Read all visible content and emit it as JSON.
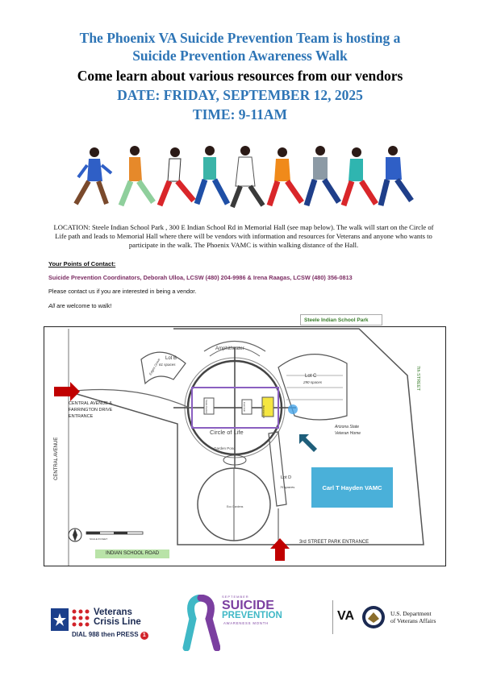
{
  "header": {
    "line1": "The Phoenix VA Suicide Prevention Team is hosting a",
    "line2": "Suicide Prevention Awareness Walk",
    "line3": "Come learn about various resources from our vendors",
    "date": "DATE:  FRIDAY, SEPTEMBER 12, 2025",
    "time": "TIME:  9-11AM"
  },
  "location_text": "LOCATION:  Steele Indian School Park , 300 E Indian School Rd in Memorial Hall (see map below).  The walk will start on the Circle of Life path and leads to Memorial Hall where there will be vendors with information and resources for Veterans and anyone who wants to participate in the walk.  The Phoenix VAMC is within walking distance of the Hall.",
  "contacts": {
    "heading": "Your Points of Contact:",
    "coordinators": "Suicide Prevention Coordinators,  Deborah Ulloa, LCSW (480) 204-9986 & Irena Raagas, LCSW (480) 356-0813",
    "vendor_note": "Please contact us if you are interested in being a vendor.",
    "welcome_em": "All",
    "welcome_rest": " are welcome to walk!"
  },
  "map": {
    "park_label": "Steele Indian School Park",
    "amphitheater": "Amphitheater",
    "lot_b": "Lot B",
    "lot_b_spaces": "61 spaces",
    "lot_c": "Lot C",
    "lot_c_spaces": "290 spaces",
    "lot_d": "Lot D",
    "lot_d_spaces": "76 spaces",
    "central_farrington_1": "CENTRAL AVENUE &",
    "central_farrington_2": "FARRINGTON DRIVE",
    "central_farrington_3": "ENTRANCE",
    "central_avenue": "CENTRAL AVENUE",
    "seventh_street": "7th STREET",
    "circle_of_life": "Circle of Life",
    "garden_pond": "Garden Pond",
    "asu_1": "Arizona State",
    "asu_2": "Veteran Home",
    "vamc": "Carl T Hayden VAMC",
    "third_street": "3rd STREET PARK ENTRANCE",
    "indian_school": "INDIAN SCHOOL ROAD",
    "memorial_hall": "Memorial Hall",
    "event_hall": "Event Hall",
    "steele_pavilion": "Steele Pavilion",
    "scale": "SCALE IN FEET",
    "edges_grove": "Edges Grove",
    "eco_garden": "Eco Gardens"
  },
  "logos": {
    "vcl_1": "Veterans",
    "vcl_2": "Crisis Line",
    "vcl_3": "DIAL 988 then PRESS",
    "vcl_press_num": "1",
    "sp_small": "SEPTEMBER",
    "sp_1": "SUICIDE",
    "sp_2": "PREVENTION",
    "sp_3": "AWARENESS MONTH",
    "va": "VA",
    "dept_1": "U.S. Department",
    "dept_2": "of Veterans Affairs"
  },
  "colors": {
    "title_blue": "#2e75b6",
    "coordinator_purple": "#7b2c62",
    "vamc_box": "#4ab0d9",
    "arrow_red": "#c00000"
  }
}
